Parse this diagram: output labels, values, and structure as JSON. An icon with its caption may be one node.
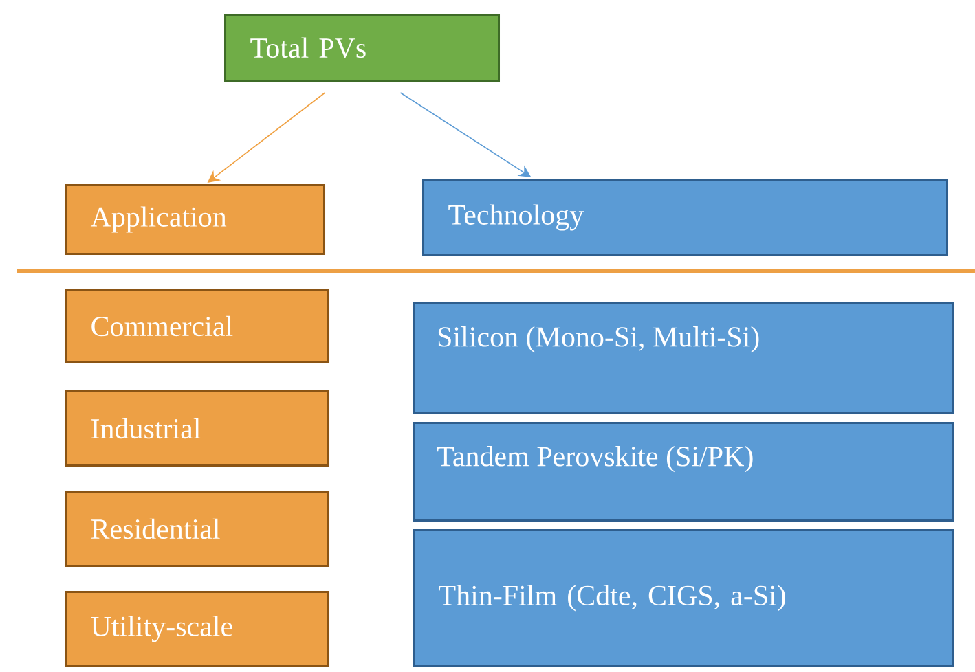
{
  "diagram": {
    "nodes": [
      {
        "text": [
          "Total PVs"
        ]
      },
      {
        "text": [
          "Application"
        ]
      },
      {
        "text": [
          "Technology"
        ]
      },
      {
        "text": [
          "Commercial"
        ]
      },
      {
        "text": [
          "Industrial"
        ]
      },
      {
        "text": [
          "Residential"
        ]
      },
      {
        "text": [
          "Utility-scale"
        ]
      },
      {
        "text": [
          "Silicon (Mono-Si, Multi-Si)"
        ]
      },
      {
        "text": [
          "Tandem Perovskite (Si/PK)"
        ]
      },
      {
        "text": [
          "Thin-Film (Cdte, CIGS, a-Si)"
        ]
      }
    ],
    "edges": [
      {
        "from": 0,
        "to": 1,
        "arrow": "to",
        "color": "#f0a040"
      },
      {
        "from": 0,
        "to": 2,
        "arrow": "to",
        "color": "#5b9bd5"
      }
    ]
  }
}
